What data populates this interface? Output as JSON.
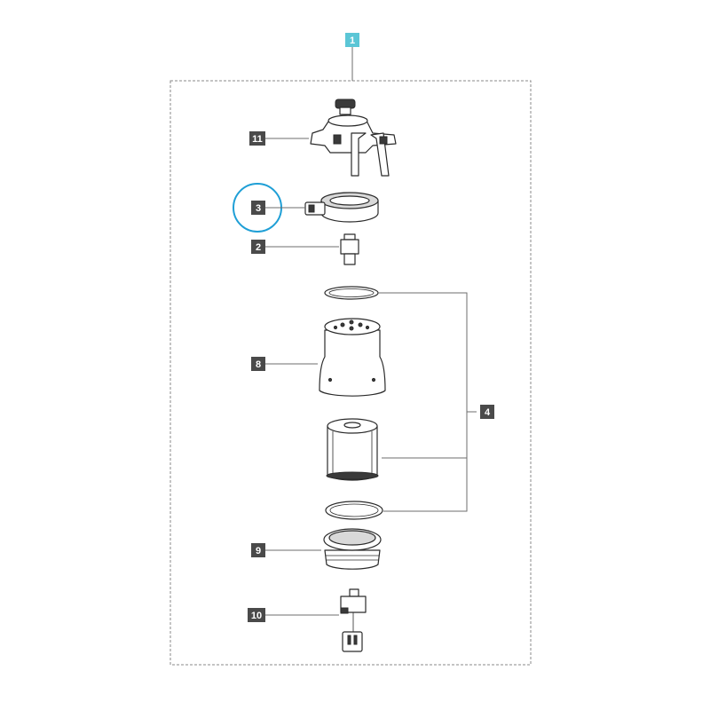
{
  "callouts": {
    "c1": "1",
    "c11": "11",
    "c3": "3",
    "c2": "2",
    "c8": "8",
    "c4": "4",
    "c9": "9",
    "c10": "10"
  },
  "colors": {
    "primary_callout": "#5bc6d6",
    "callout": "#4a4a4a",
    "highlight_ring": "#1f9fd6"
  }
}
